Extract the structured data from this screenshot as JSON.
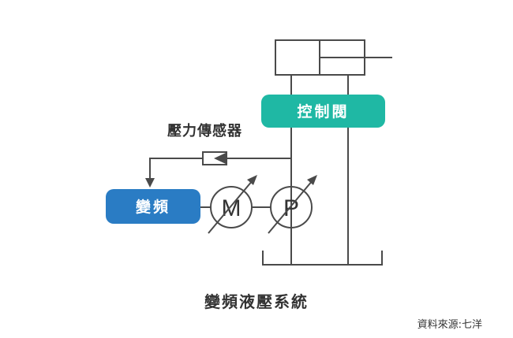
{
  "diagram": {
    "labels": {
      "control_valve": "控制閥",
      "pressure_sensor": "壓力傳感器",
      "inverter": "變頻",
      "motor": "M",
      "pump": "P"
    },
    "title": "變頻液壓系統",
    "source": "資料來源:七洋"
  },
  "colors": {
    "control_valve": "#1fb8a4",
    "inverter": "#2a7cc4",
    "line": "#4a4a4a"
  }
}
